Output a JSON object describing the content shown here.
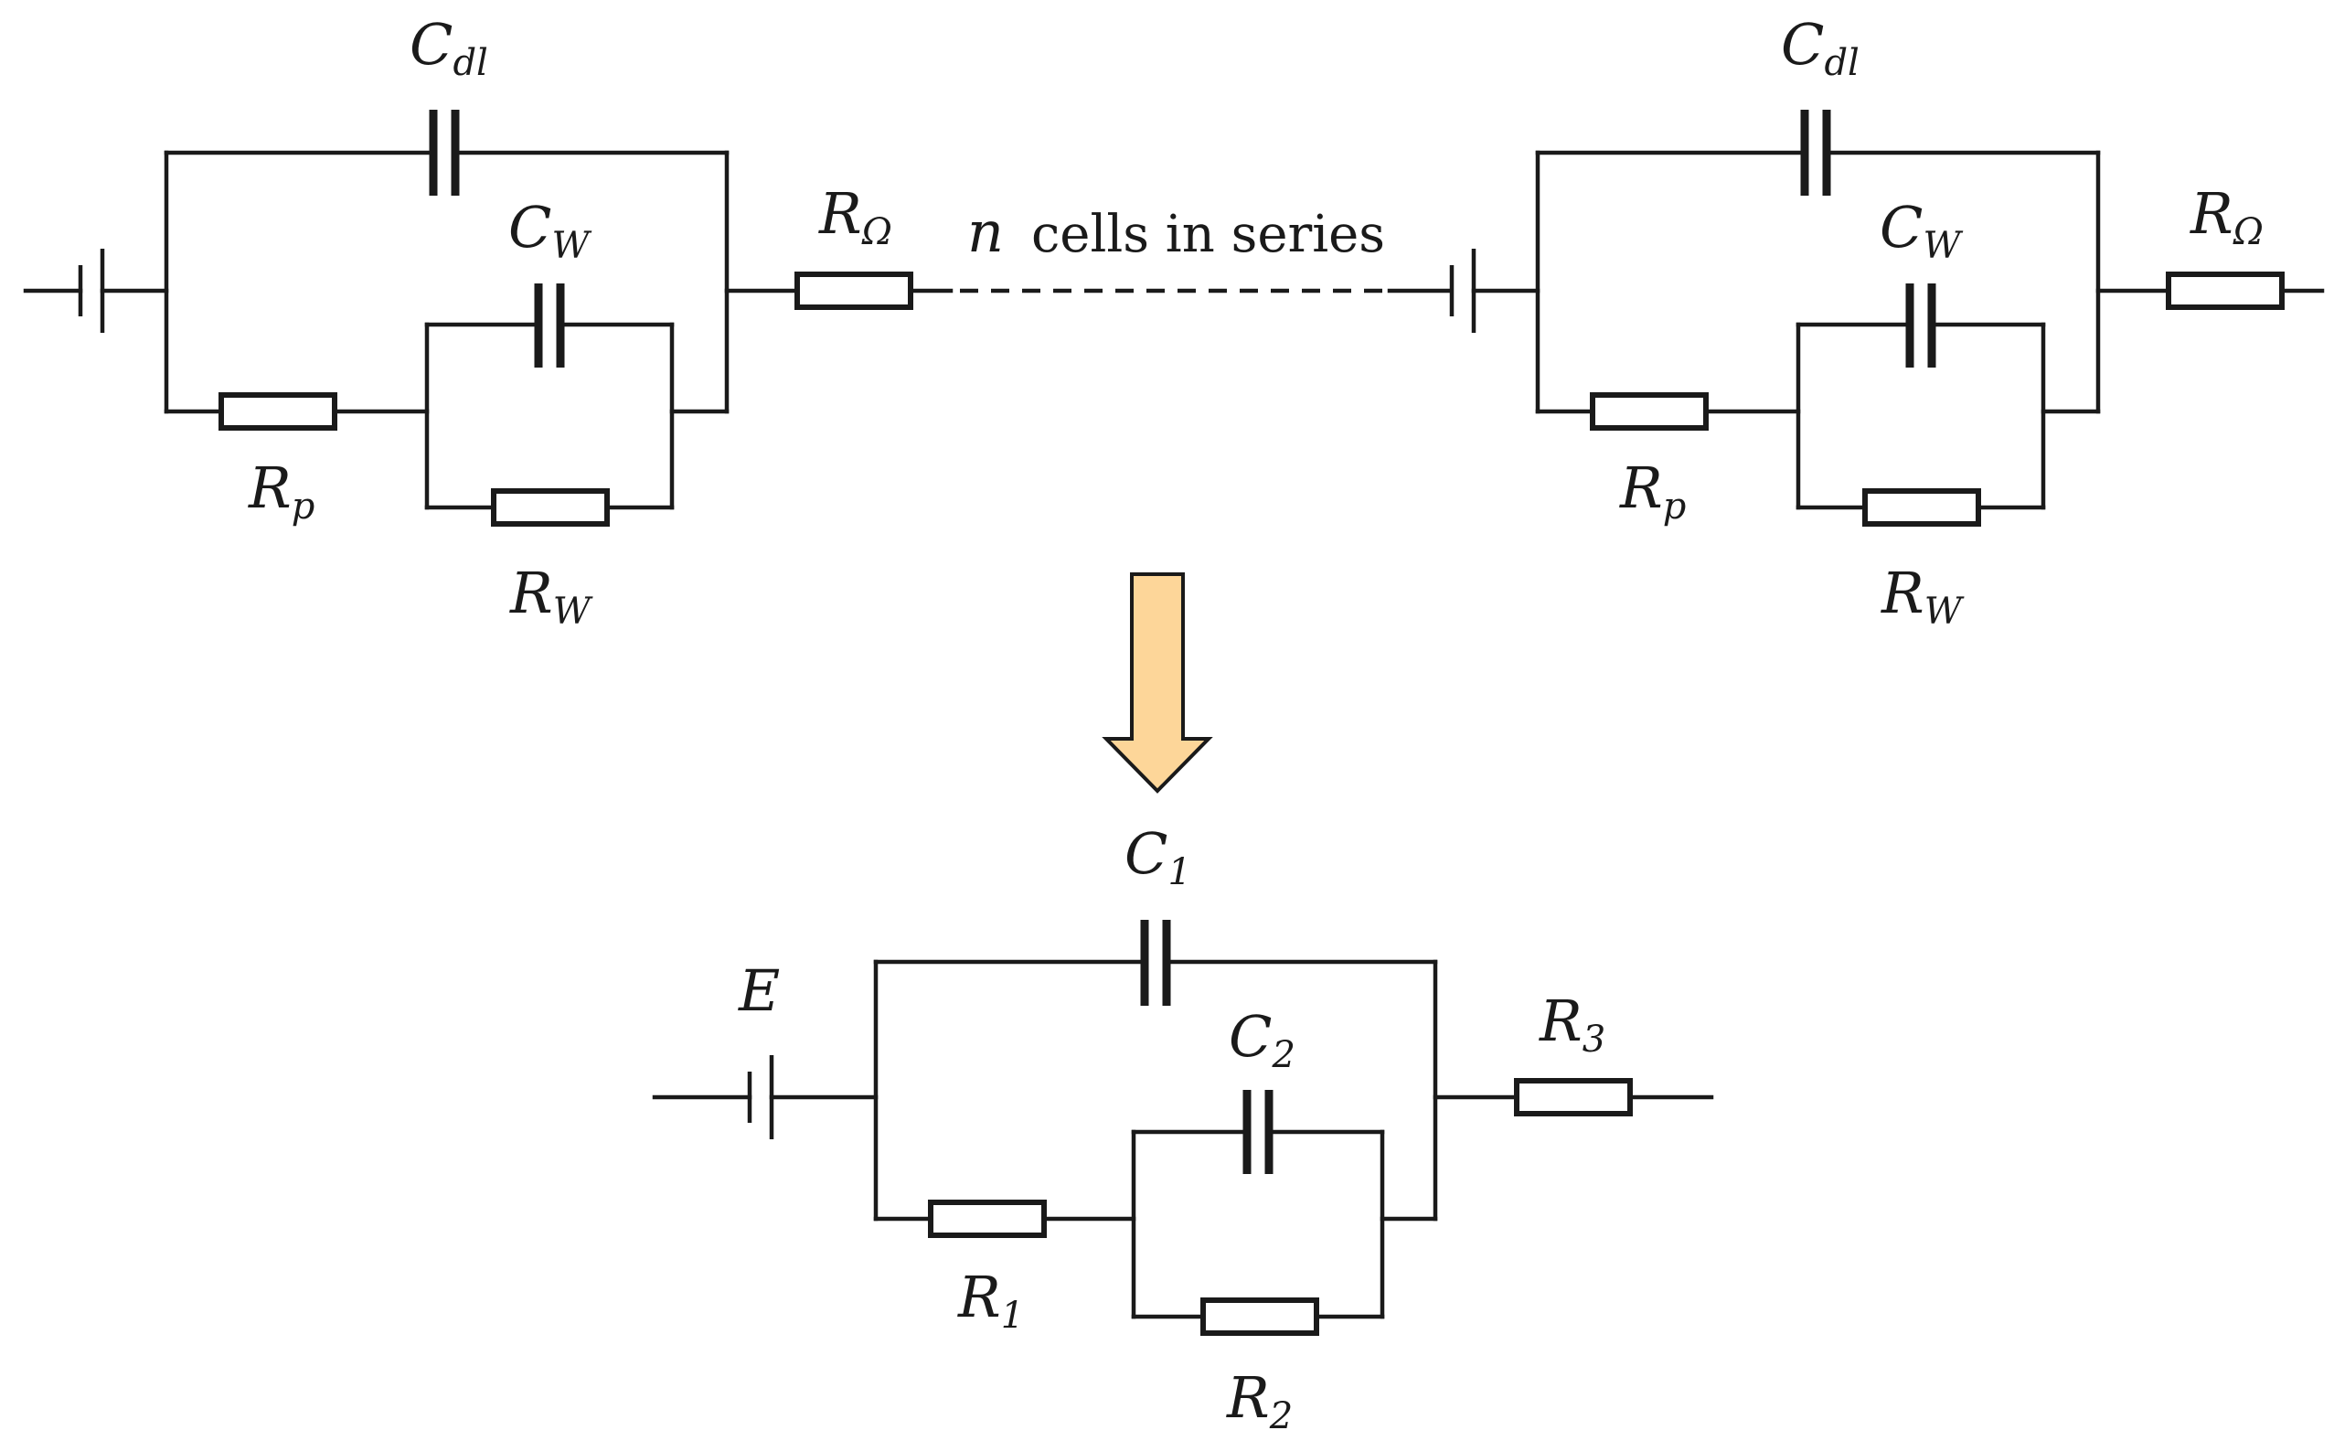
{
  "labels": {
    "cdl_left": "C",
    "cdl_left_sub": "dl",
    "cw_left": "C",
    "cw_left_sub": "W",
    "rp_left": "R",
    "rp_left_sub": "p",
    "rw_left": "R",
    "rw_left_sub": "W",
    "romega_left": "R",
    "romega_left_sub": "Ω",
    "series_n": "n",
    "series_text": "cells in series",
    "cdl_right": "C",
    "cdl_right_sub": "dl",
    "cw_right": "C",
    "cw_right_sub": "W",
    "rp_right": "R",
    "rp_right_sub": "p",
    "rw_right": "R",
    "rw_right_sub": "W",
    "romega_right": "R",
    "romega_right_sub": "Ω",
    "c1": "C",
    "c1_sub": "1",
    "c2": "C",
    "c2_sub": "2",
    "e": "E",
    "r1": "R",
    "r1_sub": "1",
    "r2": "R",
    "r2_sub": "2",
    "r3": "R",
    "r3_sub": "3"
  },
  "colors": {
    "arrow_fill": "#fdd699",
    "line": "#1a1a1a"
  }
}
